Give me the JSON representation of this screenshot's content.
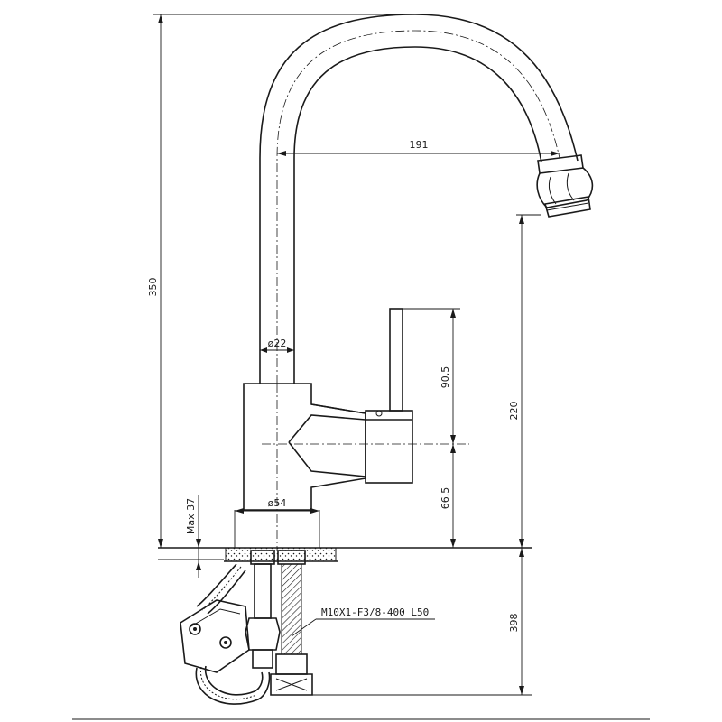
{
  "dimensions": {
    "total_height": "350",
    "reach": "191",
    "spout_height": "220",
    "pipe_diameter": "ø22",
    "handle_height": "90,5",
    "body_height": "66,5",
    "base_diameter": "ø54",
    "max_thickness": "Max 37",
    "hose_length": "398"
  },
  "labels": {
    "hose_spec": "M10X1-F3/8-400 L50"
  }
}
